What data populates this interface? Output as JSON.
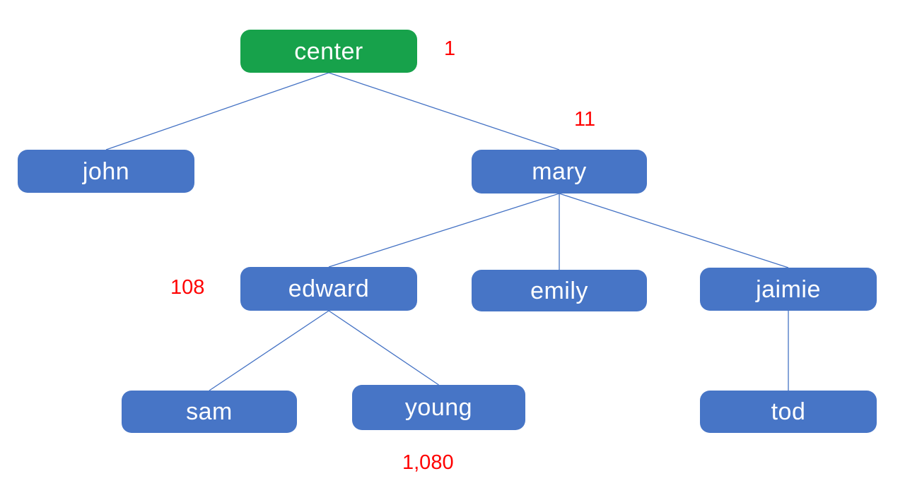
{
  "diagram": {
    "type": "tree",
    "root_id": "center"
  },
  "nodes": {
    "center": {
      "label": "center",
      "annotation": "1"
    },
    "john": {
      "label": "john"
    },
    "mary": {
      "label": "mary",
      "annotation": "11"
    },
    "edward": {
      "label": "edward",
      "annotation": "108"
    },
    "emily": {
      "label": "emily"
    },
    "jaimie": {
      "label": "jaimie"
    },
    "sam": {
      "label": "sam"
    },
    "young": {
      "label": "young",
      "annotation": "1,080"
    },
    "tod": {
      "label": "tod"
    }
  },
  "edges": [
    [
      "center",
      "john"
    ],
    [
      "center",
      "mary"
    ],
    [
      "mary",
      "edward"
    ],
    [
      "mary",
      "emily"
    ],
    [
      "mary",
      "jaimie"
    ],
    [
      "edward",
      "sam"
    ],
    [
      "edward",
      "young"
    ],
    [
      "jaimie",
      "tod"
    ]
  ],
  "colors": {
    "root_fill": "#17a24b",
    "node_fill": "#4775c6",
    "edge": "#4472c4",
    "annotation": "#ff0000",
    "node_text": "#ffffff",
    "background": "#ffffff"
  }
}
